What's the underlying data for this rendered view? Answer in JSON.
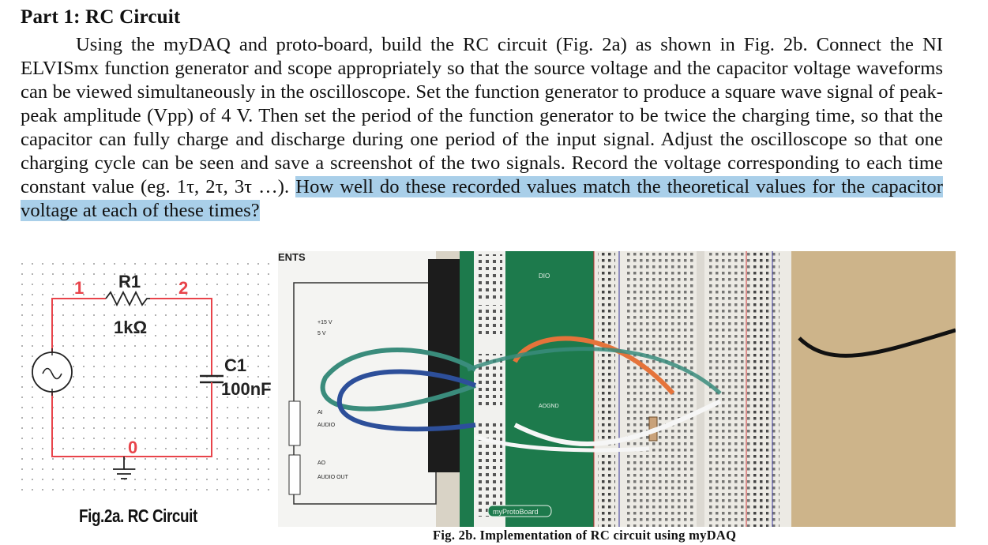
{
  "section_title": "Part 1: RC Circuit",
  "paragraph": {
    "body": "Using the myDAQ and proto-board, build the RC circuit (Fig. 2a) as shown in Fig. 2b. Connect the NI ELVISmx function generator and scope appropriately so that the source voltage and the capacitor voltage waveforms can be viewed simultaneously in the oscilloscope. Set the function generator to produce a square wave signal of peak-peak amplitude (Vpp) of 4 V. Then set the period of the function generator to be twice the charging time, so that the capacitor can fully charge and discharge during one period of the input signal. Adjust the oscilloscope so that one charging cycle can be seen and save a screenshot of the two signals.   Record the voltage corresponding to each time constant value (eg. 1τ, 2τ, 3τ …). ",
    "highlighted": "How well do these recorded values match the theoretical values for the capacitor voltage at each of these times?"
  },
  "schematic": {
    "r1_label": "R1",
    "r1_value": "1kΩ",
    "c1_label": "C1",
    "c1_value": "100nF",
    "node_1": "1",
    "node_2": "2",
    "node_0": "0"
  },
  "photo_labels": {
    "ents": "ENTS",
    "v15": "+15 V",
    "v5": "5 V",
    "ai": "AI",
    "audio": "AUDIO",
    "ao": "AO",
    "audio_out": "AUDIO OUT",
    "protoboard": "myProtoBoard",
    "dio": "DIO",
    "aognd": "AOGND"
  },
  "captions": {
    "fig2a": "Fig.2a. RC Circuit",
    "fig2b": "Fig. 2b. Implementation of RC circuit using myDAQ"
  }
}
